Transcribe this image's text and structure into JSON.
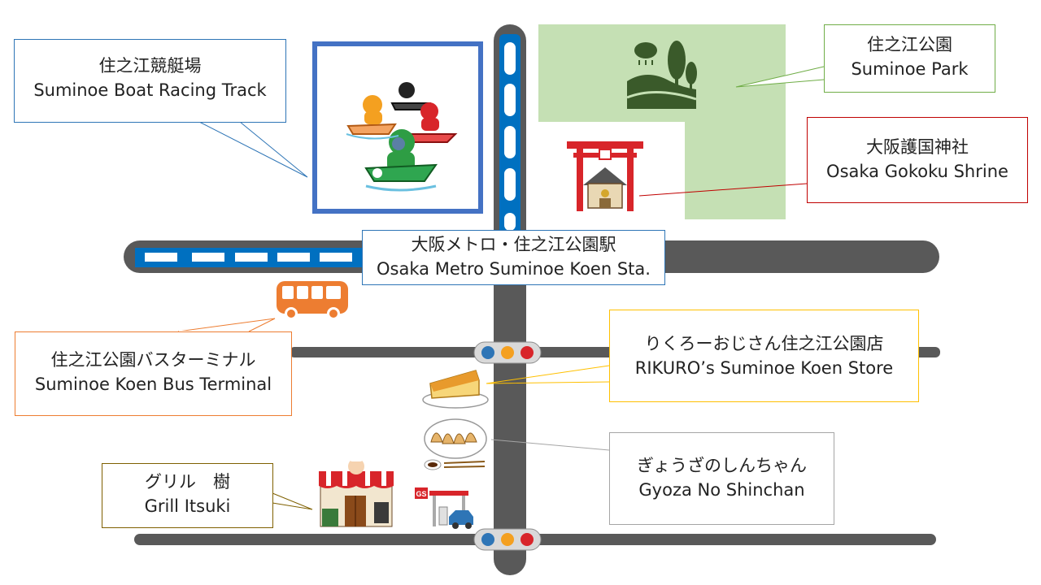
{
  "map": {
    "colors": {
      "road": "#595959",
      "rail": "#0070c0",
      "park": "#c5e0b4",
      "park_icon": "#3a5a2a"
    },
    "labels": {
      "boat_racing": {
        "jp": "住之江競艇場",
        "en": "Suminoe Boat Racing Track",
        "border": "#2e75b6"
      },
      "park": {
        "jp": "住之江公園",
        "en": "Suminoe Park",
        "border": "#70ad47"
      },
      "shrine": {
        "jp": "大阪護国神社",
        "en": "Osaka Gokoku Shrine",
        "border": "#c00000"
      },
      "station": {
        "jp": "大阪メトロ・住之江公園駅",
        "en": "Osaka Metro Suminoe Koen Sta.",
        "border": "#2e75b6"
      },
      "bus_terminal": {
        "jp": "住之江公園バスターミナル",
        "en": "Suminoe Koen Bus Terminal",
        "border": "#ed7d31"
      },
      "rikuro": {
        "jp": "りくろーおじさん住之江公園店",
        "en": "RIKURO’s Suminoe Koen Store",
        "border": "#ffc000"
      },
      "gyoza": {
        "jp": "ぎょうざのしんちゃん",
        "en": "Gyoza No Shinchan",
        "border": "#a5a5a5"
      },
      "grill": {
        "jp": "グリル　樹",
        "en": "Grill Itsuki",
        "border": "#7f6000"
      }
    },
    "icons": {
      "boat": "boat-racing-icon",
      "park": "park-tree-icon",
      "shrine": "shrine-torii-icon",
      "bus": "bus-icon",
      "cake": "cheesecake-icon",
      "gyoza": "gyoza-icon",
      "restaurant": "restaurant-icon",
      "gas": "gas-station-icon",
      "signal": "traffic-signal-icon"
    },
    "gas_station_sign": "GS"
  }
}
